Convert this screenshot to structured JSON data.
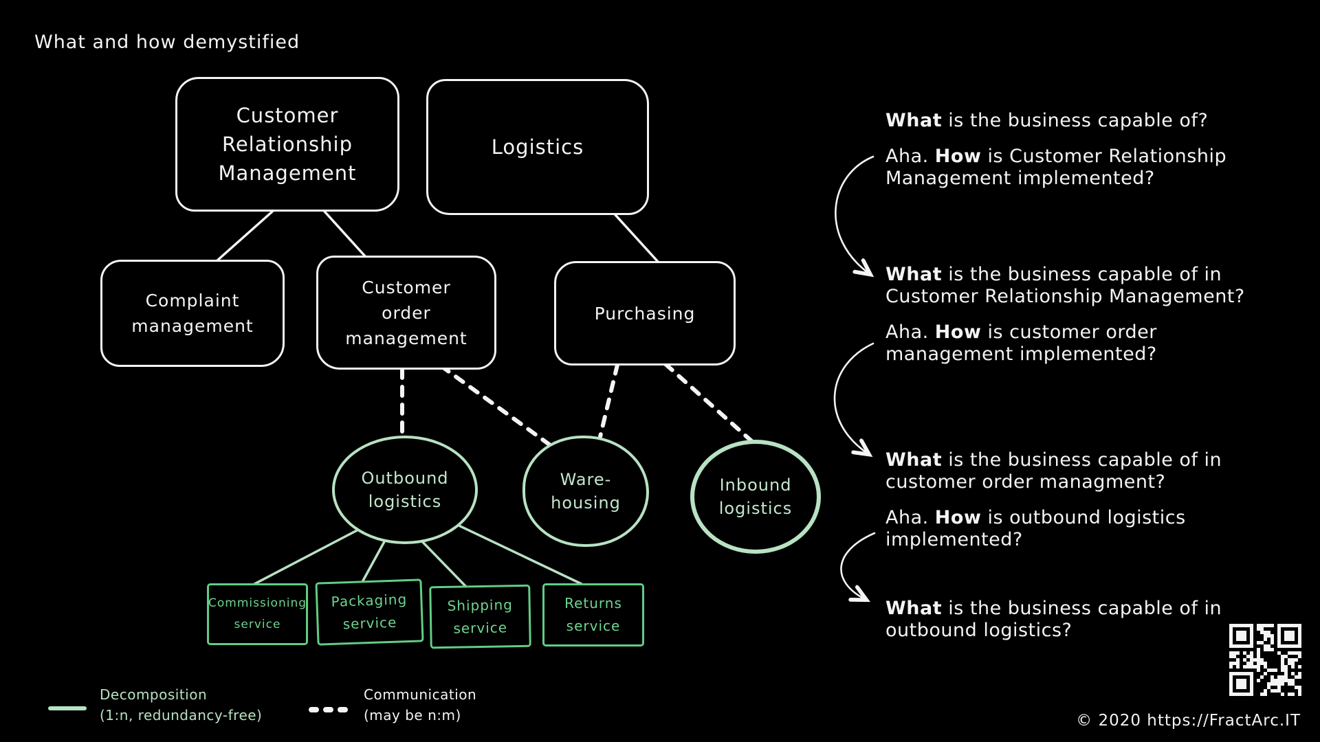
{
  "title": "What and how demystified",
  "colors": {
    "background": "#000000",
    "white_ink": "#f4f4f4",
    "pale_green": "#b8e2c3",
    "bright_green": "#62cd85"
  },
  "diagram": {
    "white_boxes": [
      {
        "id": "crm",
        "lines": [
          "Customer",
          "Relationship",
          "Management"
        ]
      },
      {
        "id": "logistics",
        "lines": [
          "Logistics"
        ]
      },
      {
        "id": "complaint",
        "lines": [
          "Complaint",
          "management"
        ]
      },
      {
        "id": "order",
        "lines": [
          "Customer",
          "order",
          "management"
        ]
      },
      {
        "id": "purchasing",
        "lines": [
          "Purchasing"
        ]
      }
    ],
    "green_circles": [
      {
        "id": "outbound",
        "lines": [
          "Outbound",
          "logistics"
        ]
      },
      {
        "id": "warehousing",
        "lines": [
          "Ware-",
          "housing"
        ]
      },
      {
        "id": "inbound",
        "lines": [
          "Inbound",
          "logistics"
        ]
      }
    ],
    "service_boxes": [
      {
        "id": "commissioning",
        "lines": [
          "Commissioning",
          "service"
        ]
      },
      {
        "id": "packaging",
        "lines": [
          "Packaging",
          "service"
        ]
      },
      {
        "id": "shipping",
        "lines": [
          "Shipping",
          "service"
        ]
      },
      {
        "id": "returns",
        "lines": [
          "Returns",
          "service"
        ]
      }
    ]
  },
  "qa": [
    {
      "what": {
        "bold": "What",
        "line1": " is the business capable of?",
        "line2": ""
      },
      "aha": {
        "pre": "Aha. ",
        "bold": "How",
        "line1": " is Customer Relationship",
        "line2": "Management implemented?"
      }
    },
    {
      "what": {
        "bold": "What",
        "line1": " is the business capable of in",
        "line2": "Customer Relationship Management?"
      },
      "aha": {
        "pre": "Aha. ",
        "bold": "How",
        "line1": " is customer order",
        "line2": "management implemented?"
      }
    },
    {
      "what": {
        "bold": "What",
        "line1": " is the business capable of in",
        "line2": "customer order managment?"
      },
      "aha": {
        "pre": "Aha. ",
        "bold": "How",
        "line1": " is outbound logistics",
        "line2": "implemented?"
      }
    },
    {
      "what": {
        "bold": "What",
        "line1": " is the business capable of in",
        "line2": "outbound logistics?"
      }
    }
  ],
  "legend": {
    "decomposition": {
      "line1": "Decomposition",
      "line2": "(1:n, redundancy-free)"
    },
    "communication": {
      "line1": "Communication",
      "line2": "(may be n:m)"
    }
  },
  "copyright": "© 2020 https://FractArc.IT"
}
